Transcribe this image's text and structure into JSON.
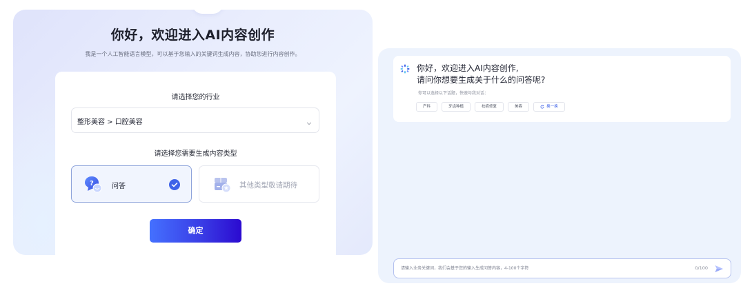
{
  "left_panel": {
    "title": "你好，欢迎进入AI内容创作",
    "subtitle": "我是一个人工智能语言模型，可以基于您输入的关键词生成内容，协助您进行内容创作。",
    "industry": {
      "label": "请选择您的行业",
      "selected_value": "整形美容 > 口腔美容",
      "icon": "chevron-down-icon"
    },
    "content_type": {
      "label": "请选择您需要生成内容类型",
      "options": [
        {
          "label": "问答",
          "icon": "qa-bubble-icon",
          "selected": true,
          "state_icon": "check-circle-icon"
        },
        {
          "label": "其他类型敬请期待",
          "icon": "box-star-icon",
          "selected": false,
          "disabled": true
        }
      ]
    },
    "confirm_label": "确定",
    "colors": {
      "button_start": "#4470ff",
      "button_end": "#2b0ad0",
      "selected_border": "#8ea4db"
    }
  },
  "right_panel": {
    "bot_icon": "ai-spinner-icon",
    "greeting_line1": "你好，欢迎进入AI内容创作,",
    "greeting_line2": "请问你想要生成关于什么的问答呢?",
    "hint": "你可以选择以下话题，快速与我对话：",
    "topics": [
      "产科",
      "牙齿种植",
      "祛疤修复",
      "美容"
    ],
    "refresh_label": "换一换",
    "refresh_icon": "refresh-icon",
    "input": {
      "placeholder": "请输入业务关键词，我们会基于您的输入生成问答内容，4-100个字符",
      "value": "",
      "counter": "0/100",
      "send_icon": "send-icon"
    },
    "colors": {
      "panel_bg": "#edf3fd",
      "accent": "#3f63e8"
    }
  }
}
